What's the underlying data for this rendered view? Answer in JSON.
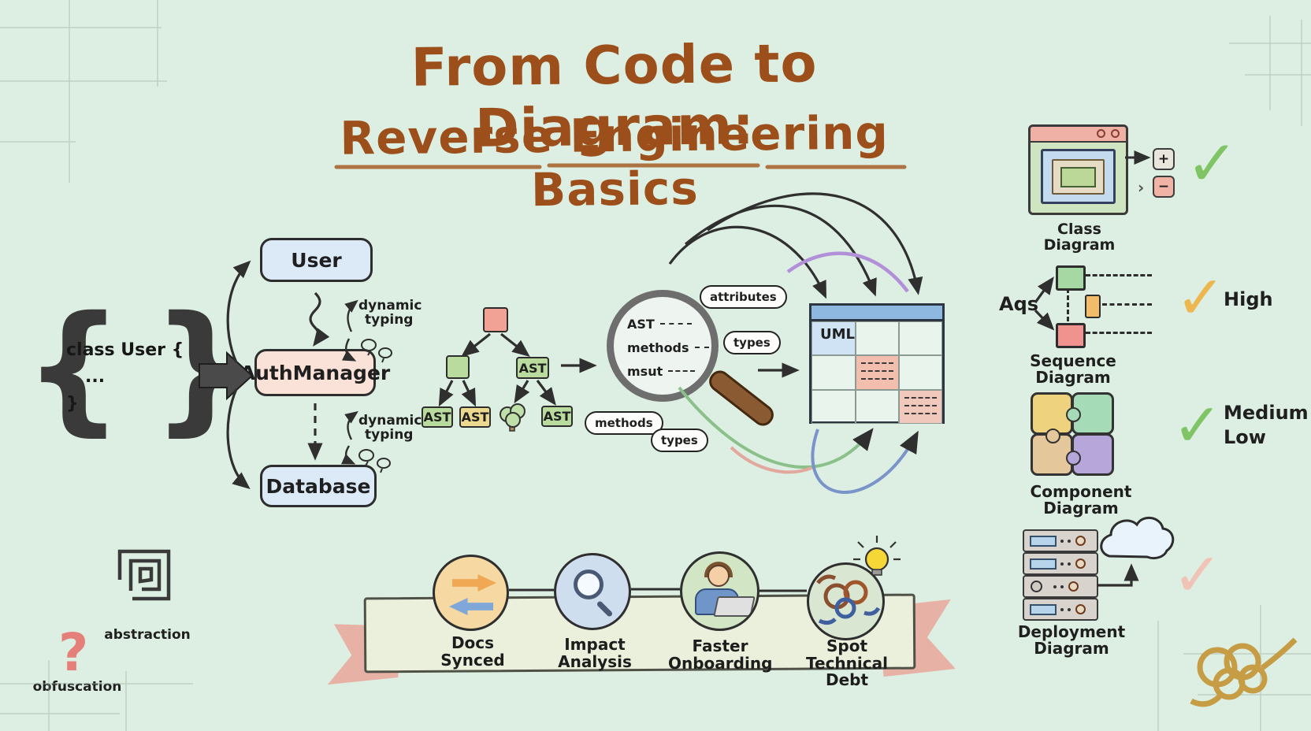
{
  "title": {
    "line1": "From Code to Diagram:",
    "line2": "Reverse Engineering Basics"
  },
  "code_snippet": {
    "brace_left": "{",
    "brace_right": "}",
    "line1": "class User {",
    "line2": "...",
    "line3": "}"
  },
  "flowchart": {
    "user_label": "User",
    "auth_label": "AuthManager",
    "db_label": "Database",
    "annotations": [
      {
        "line1": "dynamic",
        "line2": "typing"
      },
      {
        "line1": "dynamic",
        "line2": "typing"
      }
    ]
  },
  "ast": {
    "label": "AST"
  },
  "magnifier": {
    "row1": "AST",
    "row2": "methods",
    "row3": "msut",
    "bubbles": [
      "attributes",
      "types",
      "methods",
      "types"
    ]
  },
  "uml": {
    "header_cell": "UML"
  },
  "diagram_list": [
    {
      "label": "Class Diagram"
    },
    {
      "label": "Sequence Diagram",
      "rating": "High",
      "actor_label": "Aqs"
    },
    {
      "label": "Component Diagram",
      "rating_line1": "Medium",
      "rating_line2": "Low"
    },
    {
      "label": "Deployment Diagram"
    }
  ],
  "benefits": [
    {
      "line1": "Docs",
      "line2": "Synced"
    },
    {
      "line1": "Impact",
      "line2": "Analysis"
    },
    {
      "line1": "Faster",
      "line2": "Onboarding"
    },
    {
      "line1": "Spot Technical",
      "line2": "Debt"
    }
  ],
  "concepts": {
    "maze_label": "abstraction",
    "question_label": "obfuscation"
  },
  "icons": {
    "check": "✓",
    "plus": "+",
    "minus": "−",
    "chevron": "›",
    "question": "?"
  },
  "colors": {
    "background": "#dcefe2",
    "title_brown": "#9c4f1a",
    "box_blue": "#dceaf8",
    "box_pink": "#fbe2d8",
    "ast_green": "#b9dc9e",
    "ast_yellow": "#ead98e",
    "ast_red": "#f2a294",
    "check_green": "#7fc465",
    "check_yellow": "#edb64e",
    "check_pink": "#f0c3b6"
  }
}
